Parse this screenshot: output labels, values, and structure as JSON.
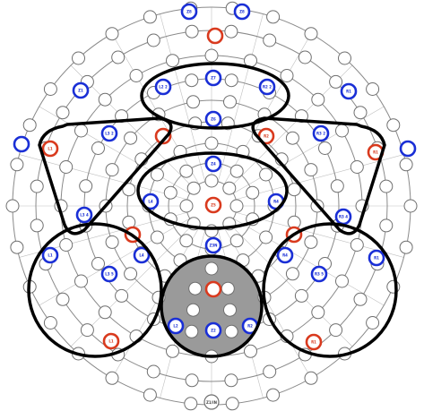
{
  "colors": {
    "ring": "#8a8a8a",
    "electrode_fill": "#ffffff",
    "electrode_stroke": "#6f6f6f",
    "blue": "#1a2fd6",
    "red": "#d93a1e",
    "region": "#000000",
    "shaded": "#9a9a9a"
  },
  "electrodes": {
    "blue": [
      {
        "id": "e_top_l",
        "label": "Z8",
        "ring": 0,
        "a": 0
      },
      {
        "id": "e_top_r",
        "label": "Z8",
        "ring": 0,
        "a": 0
      },
      {
        "id": "e_side_l",
        "label": "Z1",
        "ring": 0,
        "a": 0
      },
      {
        "id": "e_side_r",
        "label": "R1",
        "ring": 0,
        "a": 0
      },
      {
        "id": "e_far_l",
        "label": "",
        "ring": 0,
        "a": 0
      },
      {
        "id": "e_far_r",
        "label": "",
        "ring": 0,
        "a": 0
      },
      {
        "id": "e_fp_l",
        "label": "L2 2",
        "ring": 0,
        "a": 0
      },
      {
        "id": "e_fp_c",
        "label": "Z7",
        "ring": 0,
        "a": 0
      },
      {
        "id": "e_fp_r",
        "label": "R2 2",
        "ring": 0,
        "a": 0
      },
      {
        "id": "e_af_c",
        "label": "Z6",
        "ring": 0,
        "a": 0
      },
      {
        "id": "e_f_l",
        "label": "L3 2",
        "ring": 0,
        "a": 0
      },
      {
        "id": "e_f_r",
        "label": "R3 2",
        "ring": 0,
        "a": 0
      },
      {
        "id": "e_fc_c",
        "label": "Z4",
        "ring": 0,
        "a": 0
      },
      {
        "id": "e_c_l",
        "label": "L4",
        "ring": 0,
        "a": 0
      },
      {
        "id": "e_c_r",
        "label": "R4",
        "ring": 0,
        "a": 0
      },
      {
        "id": "e_t_l",
        "label": "L3 4",
        "ring": 0,
        "a": 0
      },
      {
        "id": "e_t_r",
        "label": "R3 4",
        "ring": 0,
        "a": 0
      },
      {
        "id": "e_cz",
        "label": "Z3N",
        "ring": 0,
        "a": 0
      },
      {
        "id": "e_tp_l",
        "label": "L1",
        "ring": 0,
        "a": 0
      },
      {
        "id": "e_tp_r",
        "label": "R1",
        "ring": 0,
        "a": 0
      },
      {
        "id": "e_cp_l",
        "label": "L4",
        "ring": 0,
        "a": 0
      },
      {
        "id": "e_cp_r",
        "label": "R4",
        "ring": 0,
        "a": 0
      },
      {
        "id": "e_p_l",
        "label": "L3 5",
        "ring": 0,
        "a": 0
      },
      {
        "id": "e_p_r",
        "label": "R3 5",
        "ring": 0,
        "a": 0
      },
      {
        "id": "e_o_l",
        "label": "L2",
        "ring": 0,
        "a": 0
      },
      {
        "id": "e_o_c",
        "label": "Z2",
        "ring": 0,
        "a": 0
      },
      {
        "id": "e_o_r",
        "label": "R2",
        "ring": 0,
        "a": 0
      }
    ],
    "red": [
      {
        "id": "r_top",
        "label": ""
      },
      {
        "id": "r_l1",
        "label": "L1"
      },
      {
        "id": "r_l2",
        "label": ""
      },
      {
        "id": "r_r2",
        "label": "R2"
      },
      {
        "id": "r_r1",
        "label": "R1"
      },
      {
        "id": "r_center",
        "label": "Z5"
      },
      {
        "id": "r_l3",
        "label": ""
      },
      {
        "id": "r_r3",
        "label": ""
      },
      {
        "id": "r_pz",
        "label": ""
      },
      {
        "id": "r_l4",
        "label": "L1"
      },
      {
        "id": "r_r4",
        "label": "R1"
      }
    ],
    "bottom_label": "Z1/IN"
  },
  "regions": [
    {
      "name": "frontal-pole-region",
      "shape": "ellipse"
    },
    {
      "name": "central-region",
      "shape": "ellipse"
    },
    {
      "name": "left-frontal-region",
      "shape": "rounded-triangle"
    },
    {
      "name": "right-frontal-region",
      "shape": "rounded-triangle"
    },
    {
      "name": "left-posterior-region",
      "shape": "circle"
    },
    {
      "name": "right-posterior-region",
      "shape": "circle"
    },
    {
      "name": "occipital-region",
      "shape": "circle",
      "shaded": true
    }
  ]
}
